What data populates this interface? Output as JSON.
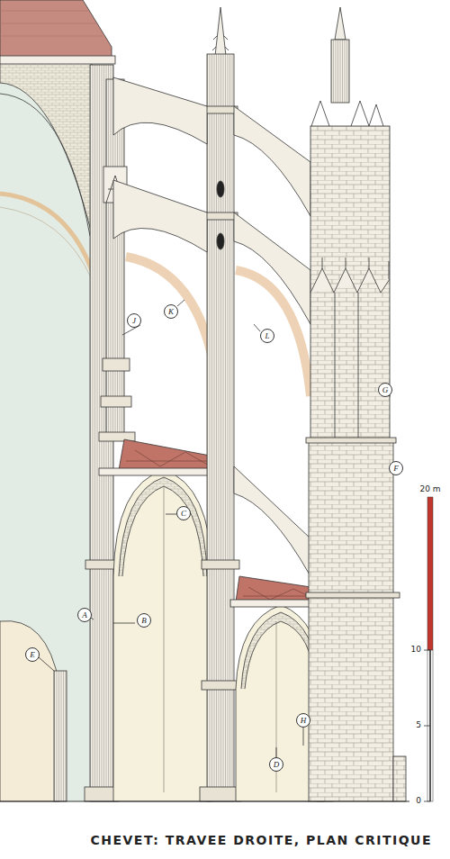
{
  "diagram": {
    "caption": "CHEVET: TRAVEE DROITE, PLAN CRITIQUE",
    "nodes": [
      {
        "text": [
          "K"
        ]
      },
      {
        "text": [
          "J"
        ]
      },
      {
        "text": [
          "L"
        ]
      },
      {
        "text": [
          "G"
        ]
      },
      {
        "text": [
          "F"
        ]
      },
      {
        "text": [
          "C"
        ]
      },
      {
        "text": [
          "A"
        ]
      },
      {
        "text": [
          "B"
        ]
      },
      {
        "text": [
          "E"
        ]
      },
      {
        "text": [
          "H"
        ]
      },
      {
        "text": [
          "D"
        ]
      }
    ],
    "labels": [
      "20 m",
      "10",
      "5",
      "0"
    ]
  }
}
